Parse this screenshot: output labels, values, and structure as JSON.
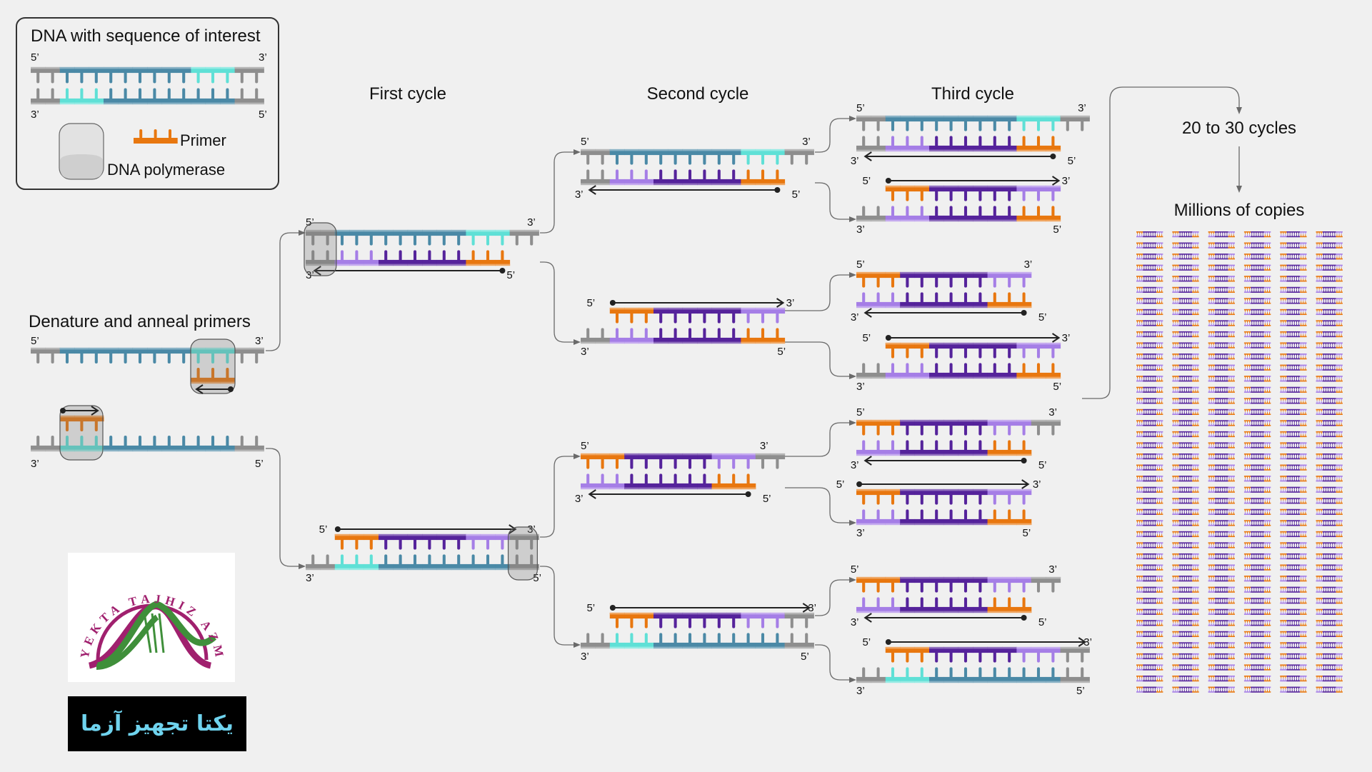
{
  "legend": {
    "title": "DNA with sequence of interest",
    "end_5": "5’",
    "end_3": "3’",
    "primer_label": "Primer",
    "polymerase_label": "DNA polymerase"
  },
  "stages": {
    "denature": "Denature and anneal primers",
    "first": "First cycle",
    "second": "Second cycle",
    "third": "Third cycle",
    "repeat": "20 to 30 cycles",
    "result": "Millions of copies"
  },
  "colors": {
    "background": "#f0f0f0",
    "gray": "#8e8e8e",
    "template_dark": "#4a89a6",
    "template_light": "#5fe0d6",
    "new_dark": "#55239b",
    "new_light": "#a57ee6",
    "primer": "#e8770f",
    "polymerase": "#c8c8c8",
    "arrow": "#222222",
    "connector": "#6a6a6a"
  },
  "strand_types": {
    "g": "gray",
    "T": "template_dark",
    "t": "template_light",
    "P": "new_dark",
    "p": "new_light",
    "o": "primer"
  },
  "duplexes": {
    "legend": {
      "top": "ggTTTTTTTTTtttgg",
      "bottom": "ggtttTTTTTTTTTgg"
    },
    "denature_1": {
      "top": "ggTTTTTTTTTtttgg",
      "bottom": "           ooo  "
    },
    "denature_2": {
      "top": "  ooo           ",
      "bottom": "ggtttTTTTTTTTTgg"
    },
    "first_1": {
      "top": "ggTTTTTTTTTtttgg",
      "bottom": "ggpppPPPPPPooo  "
    },
    "first_2": {
      "top": "  oooPPPPPPpppgg",
      "bottom": "ggtttTTTTTTTTTgg"
    },
    "second_1": {
      "top": "ggTTTTTTTTTtttgg",
      "bottom": "ggpppPPPPPPooo  "
    },
    "second_2": {
      "top": "  oooPPPPPPppp  ",
      "bottom": "ggpppPPPPPPooo  "
    },
    "second_3": {
      "top": "oooPPPPPPpppgg",
      "bottom": "pppPPPPPPooo  "
    },
    "second_4": {
      "top": "  oooPPPPPPpppgg",
      "bottom": "ggtttTTTTTTTTTgg"
    },
    "third_1": {
      "top": "ggTTTTTTTTTtttgg",
      "bottom": "ggpppPPPPPPooo  "
    },
    "third_2": {
      "top": "  oooPPPPPPppp  ",
      "bottom": "ggpppPPPPPPooo  "
    },
    "third_3": {
      "top": "oooPPPPPPppp",
      "bottom": "pppPPPPPPooo"
    },
    "third_4": {
      "top": "  oooPPPPPPppp  ",
      "bottom": "ggpppPPPPPPooo  "
    },
    "third_5": {
      "top": "oooPPPPPPpppgg",
      "bottom": "pppPPPPPPooo  "
    },
    "third_6": {
      "top": "oooPPPPPPppp",
      "bottom": "pppPPPPPPooo"
    },
    "third_7": {
      "top": "oooPPPPPPpppgg",
      "bottom": "pppPPPPPPooo  "
    },
    "third_8": {
      "top": "  oooPPPPPPpppgg",
      "bottom": "ggtttTTTTTTTTTgg"
    }
  },
  "copies": {
    "columns": 6,
    "rows": 42,
    "unit": {
      "top": "oooPPPPPPppp",
      "bottom": "pppPPPPPPooo"
    }
  },
  "logo": {
    "arc_text": "YEKTA TAJHIZ AZMA",
    "brand_text": "یکتا تجهیز آزما",
    "colors": {
      "arc": "#a0206e",
      "helix_a": "#a0206e",
      "helix_b": "#3f8f3a",
      "brand_text": "#6fd3ee"
    }
  }
}
